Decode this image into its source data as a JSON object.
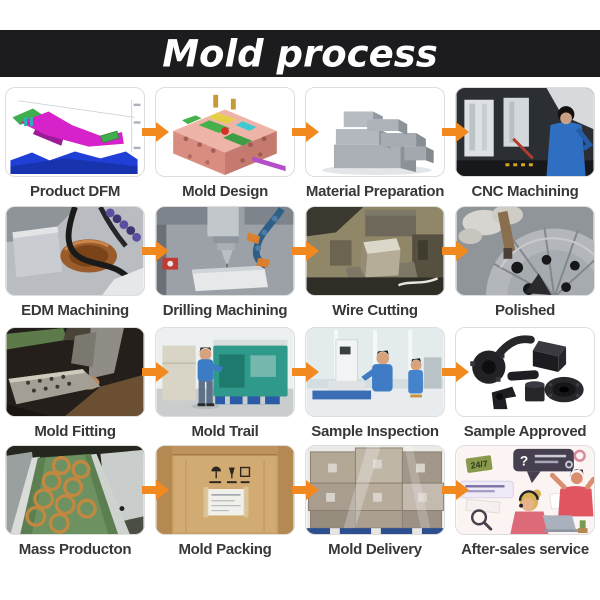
{
  "banner": {
    "title": "Mold process",
    "bg": "#1c1c1e",
    "text_color": "#ffffff"
  },
  "colors": {
    "arrow": "#f2891e",
    "label": "#383838",
    "page_bg": "#ffffff"
  },
  "steps": [
    {
      "label": "Product DFM",
      "image": "cad-product-dfm"
    },
    {
      "label": "Mold Design",
      "image": "cad-mold-assembly"
    },
    {
      "label": "Material Preparation",
      "image": "steel-blocks-photo"
    },
    {
      "label": "CNC Machining",
      "image": "cnc-machine-photo"
    },
    {
      "label": "EDM Machining",
      "image": "edm-machine-photo"
    },
    {
      "label": "Drilling Machining",
      "image": "drilling-spindle-photo"
    },
    {
      "label": "Wire Cutting",
      "image": "wire-cutting-photo"
    },
    {
      "label": "Polished",
      "image": "hand-polishing-photo"
    },
    {
      "label": "Mold Fitting",
      "image": "mold-fitting-photo"
    },
    {
      "label": "Mold Trail",
      "image": "injection-machine-photo"
    },
    {
      "label": "Sample Inspection",
      "image": "inspection-lab-photo"
    },
    {
      "label": "Sample Approved",
      "image": "black-molded-parts-photo"
    },
    {
      "label": "Mass Producton",
      "image": "conveyor-parts-photo"
    },
    {
      "label": "Mold Packing",
      "image": "wooden-crate-photo"
    },
    {
      "label": "Mold Delivery",
      "image": "wrapped-pallet-photo"
    },
    {
      "label": "After-sales service",
      "image": "customer-support-illustration",
      "badge": "24/7",
      "bubble": "?"
    }
  ]
}
